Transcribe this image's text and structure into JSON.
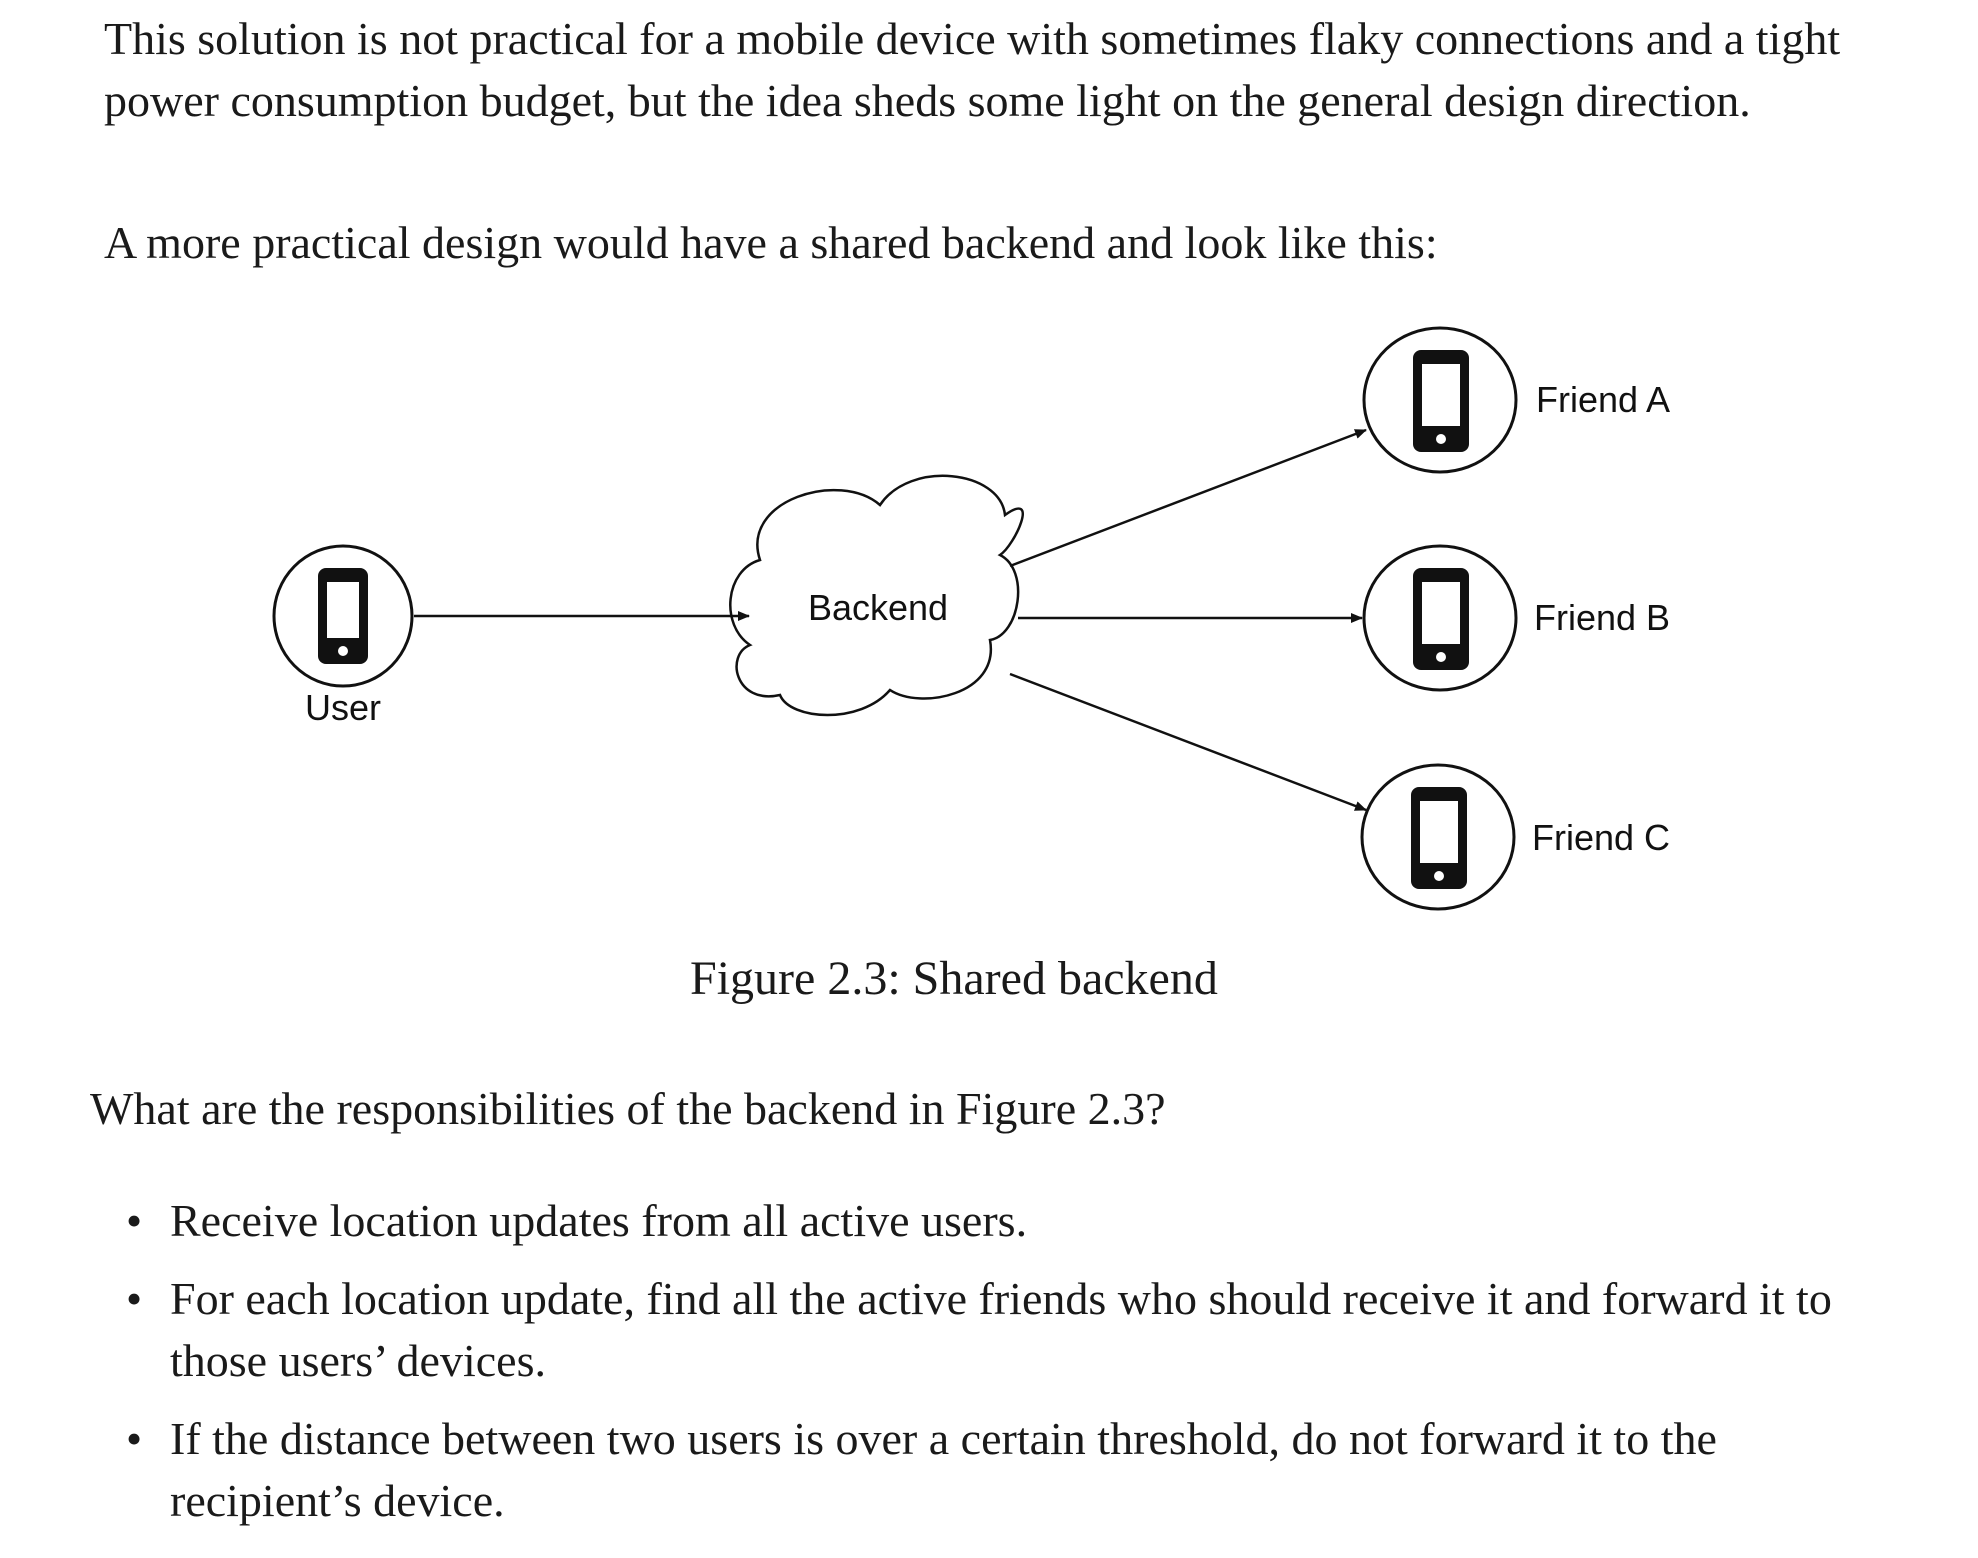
{
  "paragraphs": {
    "intro": "This solution is not practical for a mobile device with sometimes flaky connections and a tight power consumption budget, but the idea sheds some light on the general design direction.",
    "lead": "A more practical design would have a shared backend and look like this:"
  },
  "diagram": {
    "user_label": "User",
    "backend_label": "Backend",
    "friends": [
      "Friend A",
      "Friend B",
      "Friend C"
    ]
  },
  "caption": "Figure 2.3: Shared backend",
  "question": "What are the responsibilities of the backend in Figure 2.3?",
  "bullets": [
    "Receive location updates from all active users.",
    "For each location update, find all the active friends who should receive it and forward it to those users’ devices.",
    "If the distance between two users is over a certain threshold, do not forward it to the recipient’s device."
  ],
  "bullet_marker": "•"
}
